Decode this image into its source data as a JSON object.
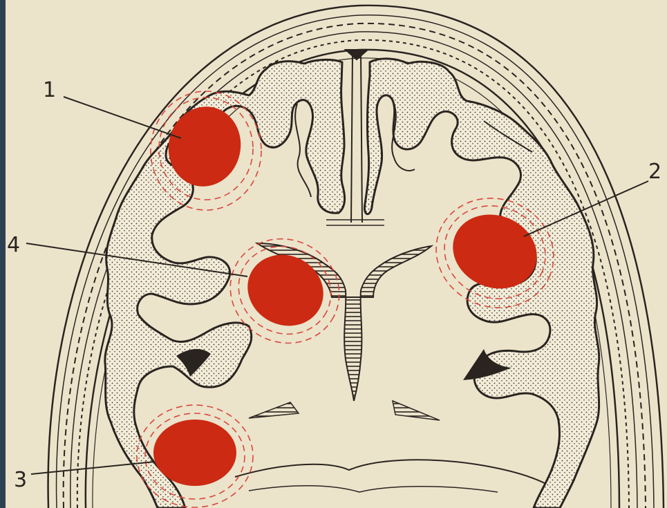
{
  "colors": {
    "frame": "#2e4153",
    "paper": "#ece3cb",
    "ink": "#2a2420",
    "lesion": "#cc2a12",
    "halo": "#d9463a",
    "cortex": "#f3ecd8"
  },
  "labels": [
    {
      "id": "1",
      "text": "1"
    },
    {
      "id": "2",
      "text": "2"
    },
    {
      "id": "3",
      "text": "3"
    },
    {
      "id": "4",
      "text": "4"
    }
  ]
}
